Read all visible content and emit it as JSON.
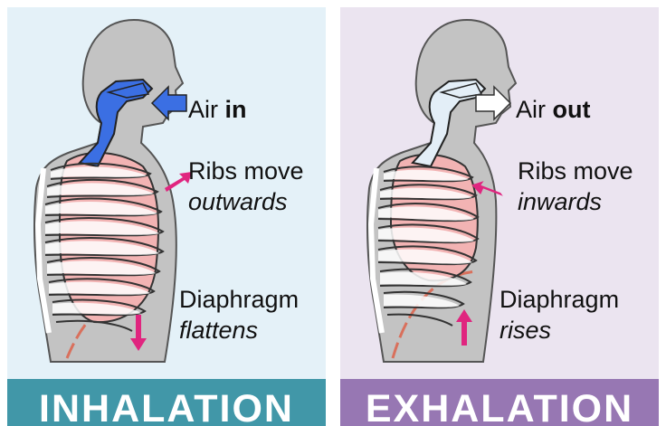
{
  "inhalation": {
    "air_prefix": "Air",
    "air_bold": "in",
    "ribs_line1": "Ribs move",
    "ribs_line2": "outwards",
    "diaphragm_line1": "Diaphragm",
    "diaphragm_line2": "flattens",
    "banner": "INHALATION"
  },
  "exhalation": {
    "air_prefix": "Air",
    "air_bold": "out",
    "ribs_line1": "Ribs move",
    "ribs_line2": "inwards",
    "diaphragm_line1": "Diaphragm",
    "diaphragm_line2": "rises",
    "banner": "EXHALATION"
  },
  "colors": {
    "inhalation_bg": "#e4f1f8",
    "exhalation_bg": "#ebe4f0",
    "inhalation_banner": "#4197a8",
    "exhalation_banner": "#9777b3",
    "body_gray": "#c3c3c3",
    "lung_pink": "#f2b3b3",
    "airway_blue": "#3b6fe3",
    "airway_pale": "#e3eef7",
    "arrow_magenta": "#e0257f",
    "diaphragm_line": "#d9705c"
  },
  "icons": {
    "air_in": "blue-arrow-left-icon",
    "air_out": "white-arrow-right-icon",
    "ribs_out": "magenta-arrow-up-right-icon",
    "ribs_in": "magenta-arrow-down-left-icon",
    "diaphragm_down": "magenta-arrow-down-icon",
    "diaphragm_up": "magenta-arrow-up-icon"
  }
}
